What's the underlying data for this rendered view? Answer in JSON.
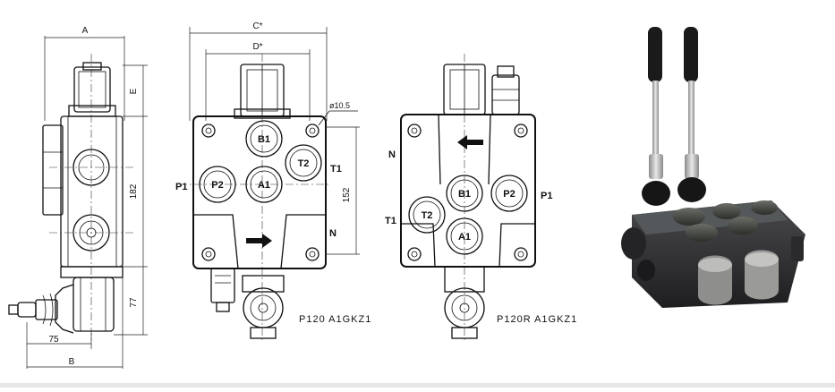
{
  "side_view": {
    "dim_a": "A",
    "dim_e": "E",
    "dim_182": "182",
    "dim_77": "77",
    "dim_75": "75",
    "dim_b": "B"
  },
  "front_view": {
    "dim_c": "C*",
    "dim_d": "D*",
    "dim_hole": "ø10.5",
    "dim_152": "152",
    "port_b1": "B1",
    "port_p2": "P2",
    "port_a1": "A1",
    "port_t2": "T2",
    "label_t1": "T1",
    "label_p1": "P1",
    "label_n": "N",
    "model": "P120  A1GKZ1"
  },
  "rear_view": {
    "label_n": "N",
    "port_b1": "B1",
    "port_p2": "P2",
    "port_t2": "T2",
    "port_a1": "A1",
    "label_p1": "P1",
    "label_t1": "T1",
    "model": "P120R  A1GKZ1"
  },
  "colors": {
    "line": "#111111",
    "photo_body": "#2c2c2e",
    "handle": "#1a1a1a",
    "metal": "#b8b8b8"
  }
}
